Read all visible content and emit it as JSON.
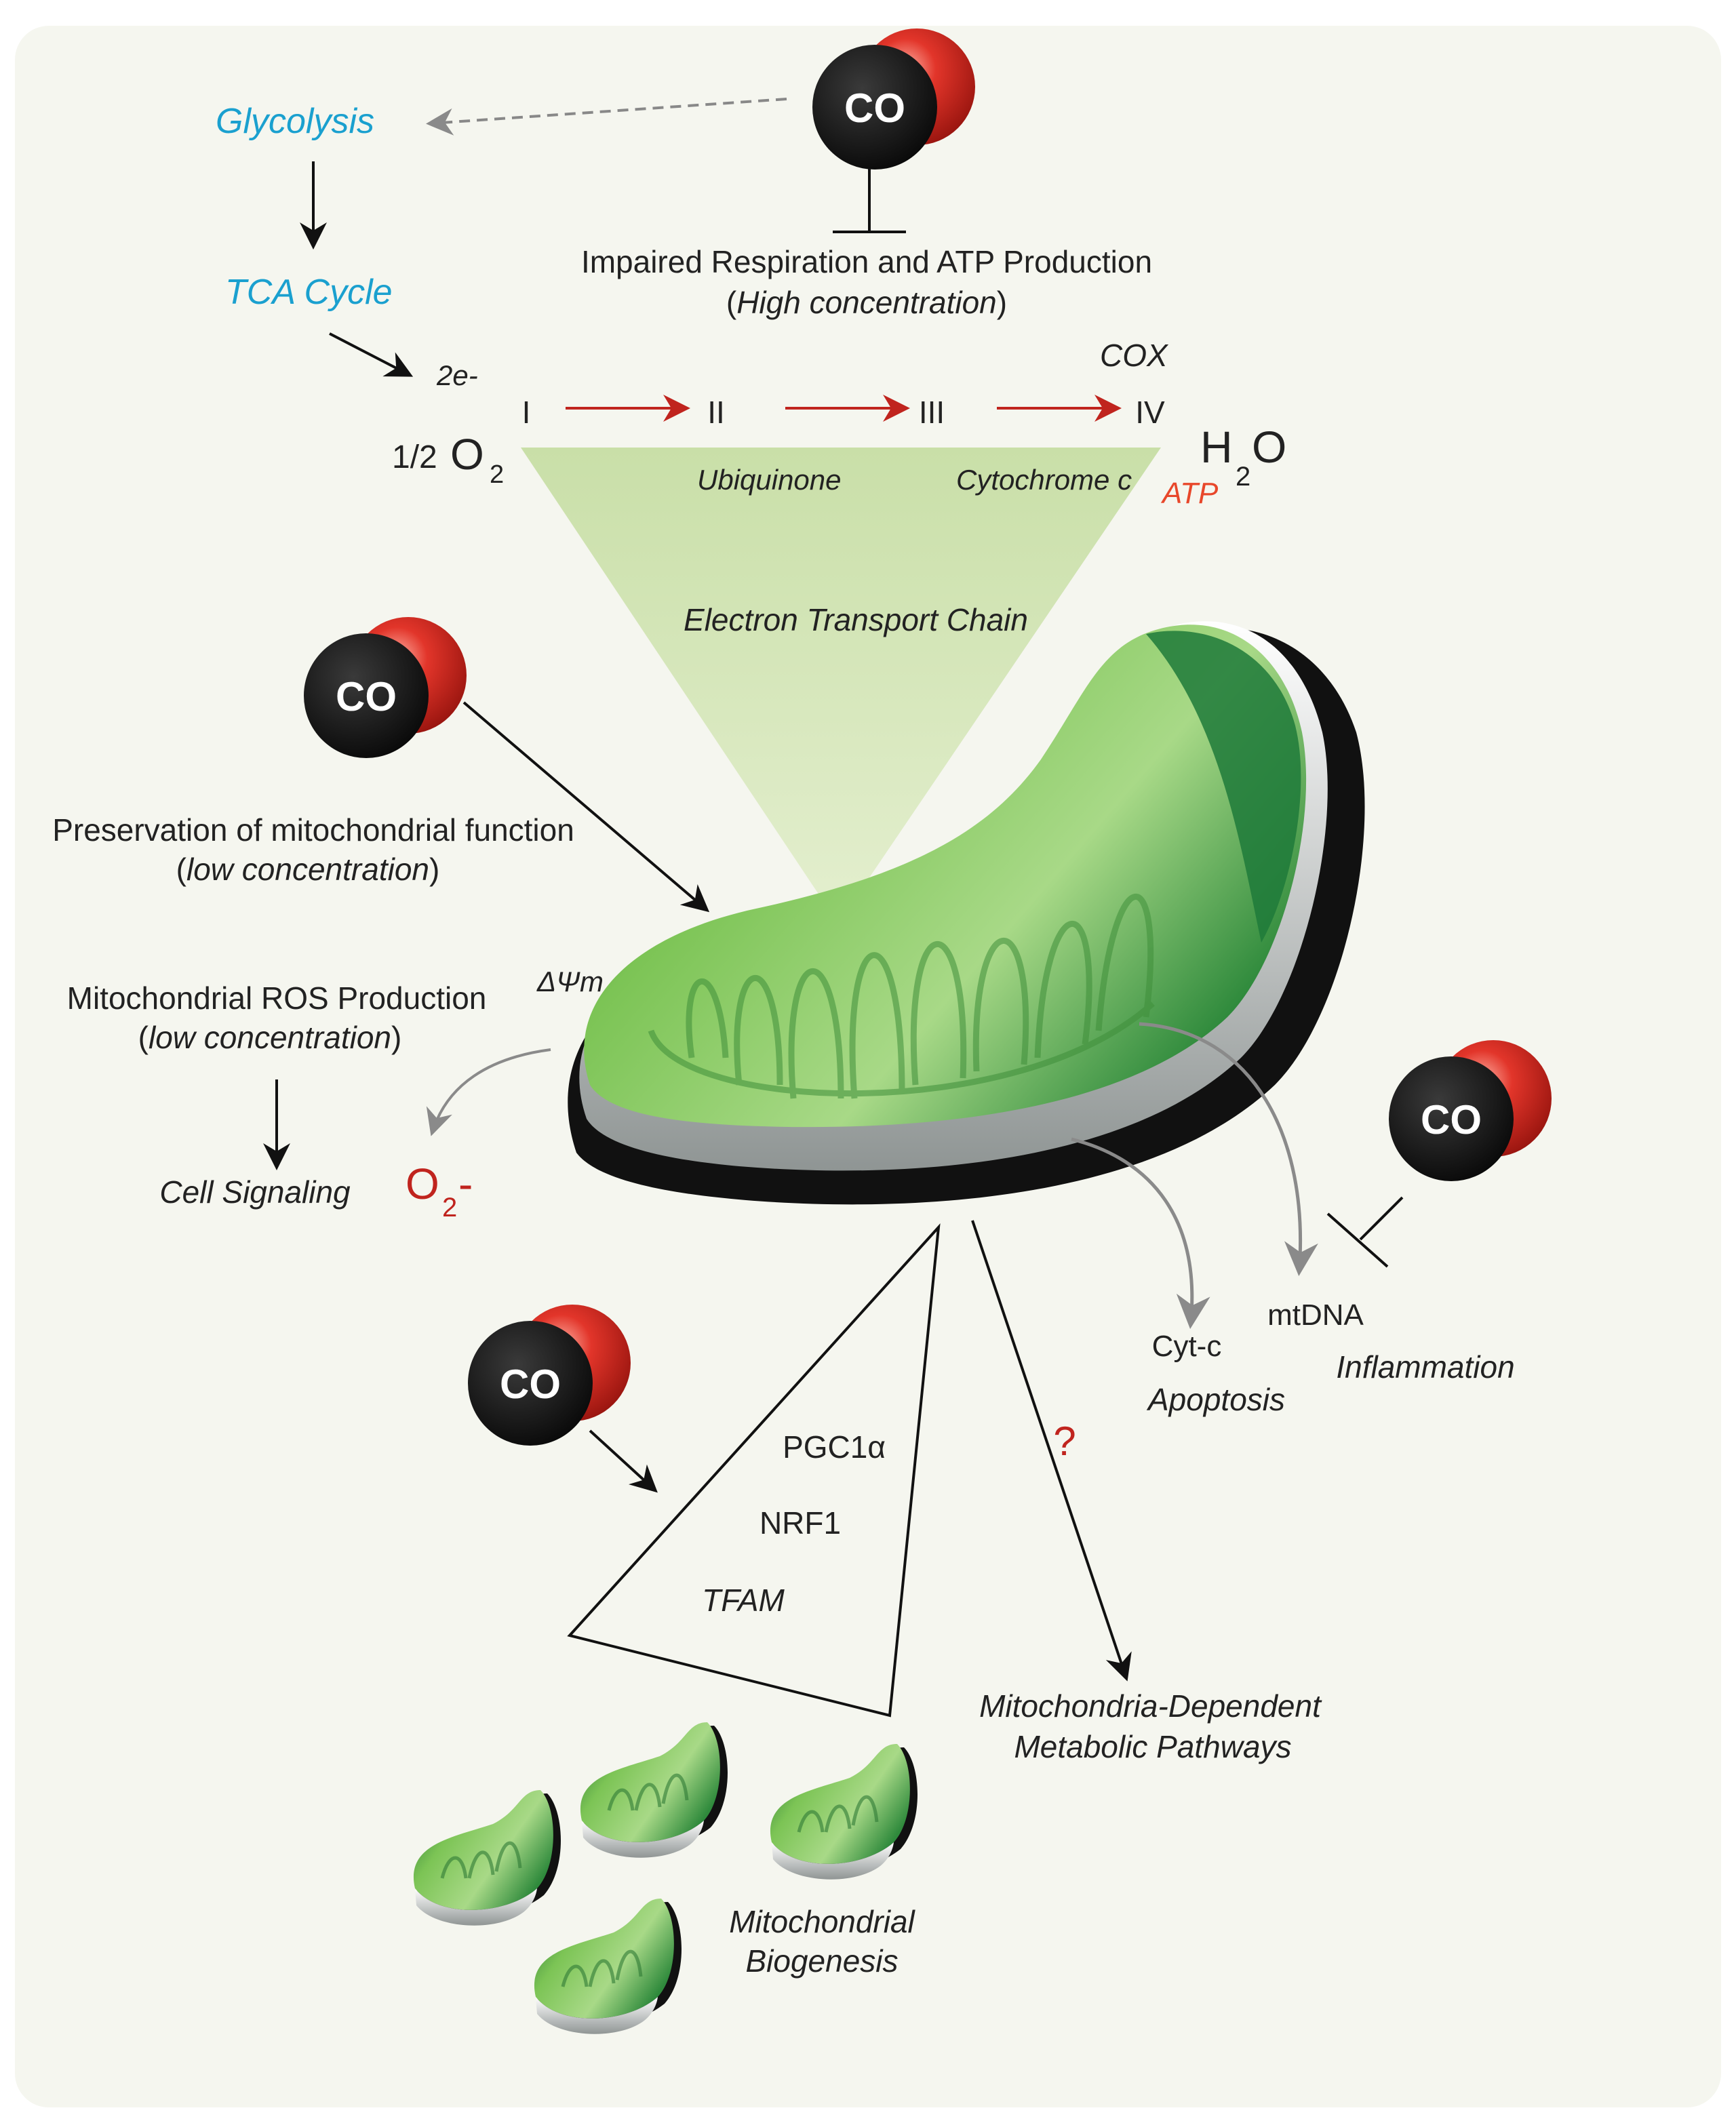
{
  "colors": {
    "background": "#f5f6ef",
    "pathway_blue": "#1aa0cf",
    "chain_red": "#c0241e",
    "atp_orange": "#e8472a",
    "mito_green": "#1f7a3a",
    "co_red": "#d22a1e",
    "co_black": "#111111"
  },
  "icons": [
    "co-molecule-icon",
    "mitochondrion-icon",
    "inhibition-tbar-icon"
  ],
  "co": {
    "label": "CO"
  },
  "pathway": {
    "glycolysis": "Glycolysis",
    "tca": "TCA Cycle"
  },
  "high_conc": {
    "title": "Impaired Respiration and ATP Production",
    "conc_open": "(",
    "conc": "High concentration",
    "conc_close": ")"
  },
  "etc": {
    "electrons": "2e-",
    "cox": "COX",
    "complexes": [
      "I",
      "II",
      "III",
      "IV"
    ],
    "o2_prefix": "1/2 O",
    "o2_sub": "2",
    "ubiquinone": "Ubiquinone",
    "cytochrome": "Cytochrome",
    "cytochrome_c": "c",
    "h2o_h": "H",
    "h2o_sub": "2",
    "h2o_o": "O",
    "atp": "ATP",
    "label": "Electron Transport Chain"
  },
  "preservation": {
    "title": "Preservation of mitochondrial function",
    "conc_open": "(",
    "conc": "low concentration",
    "conc_close": ")"
  },
  "ros": {
    "delta_psi": "ΔΨm",
    "title": "Mitochondrial ROS Production",
    "conc_open": "(",
    "conc": "low concentration",
    "conc_close": ")",
    "cell_signaling": "Cell Signaling",
    "superoxide_o": "O",
    "superoxide_sub": "2",
    "superoxide_charge": "-"
  },
  "release": {
    "cytc": "Cyt-c",
    "apoptosis": "Apoptosis",
    "mtdna": "mtDNA",
    "inflammation": "Inflammation"
  },
  "biogenesis": {
    "factors": [
      "PGC1α",
      "NRF1",
      "TFAM"
    ],
    "label_line1": "Mitochondrial",
    "label_line2": "Biogenesis"
  },
  "metabolic": {
    "question": "?",
    "line1": "Mitochondria-Dependent",
    "line2": "Metabolic Pathways"
  }
}
